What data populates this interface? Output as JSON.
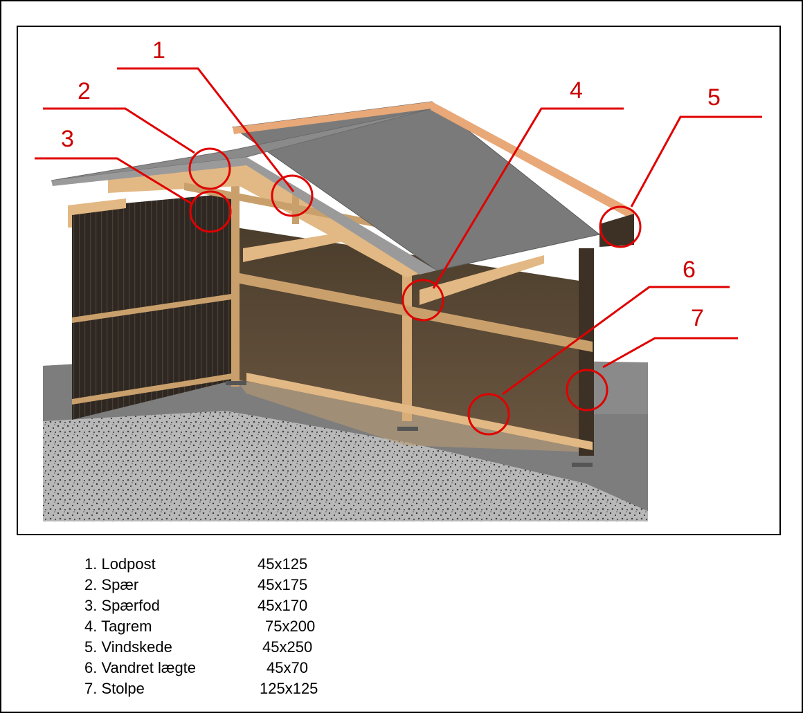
{
  "callouts": [
    {
      "number": "1"
    },
    {
      "number": "2"
    },
    {
      "number": "3"
    },
    {
      "number": "4"
    },
    {
      "number": "5"
    },
    {
      "number": "6"
    },
    {
      "number": "7"
    }
  ],
  "legend": [
    {
      "label": "1. Lodpost",
      "dimension": "45x125"
    },
    {
      "label": "2. Spær",
      "dimension": "45x175"
    },
    {
      "label": "3. Spærfod",
      "dimension": "45x170"
    },
    {
      "label": "4. Tagrem",
      "dimension": "75x200"
    },
    {
      "label": "5. Vindskede",
      "dimension": "45x250"
    },
    {
      "label": "6. Vandret lægte",
      "dimension": "45x70"
    },
    {
      "label": "7. Stolpe",
      "dimension": "125x125"
    }
  ],
  "colors": {
    "callout": "#cc0000",
    "roof": "#7a7a7a",
    "timber": "#e2b884",
    "cladding": "#3a3028",
    "ground": "#8c8c8c"
  }
}
